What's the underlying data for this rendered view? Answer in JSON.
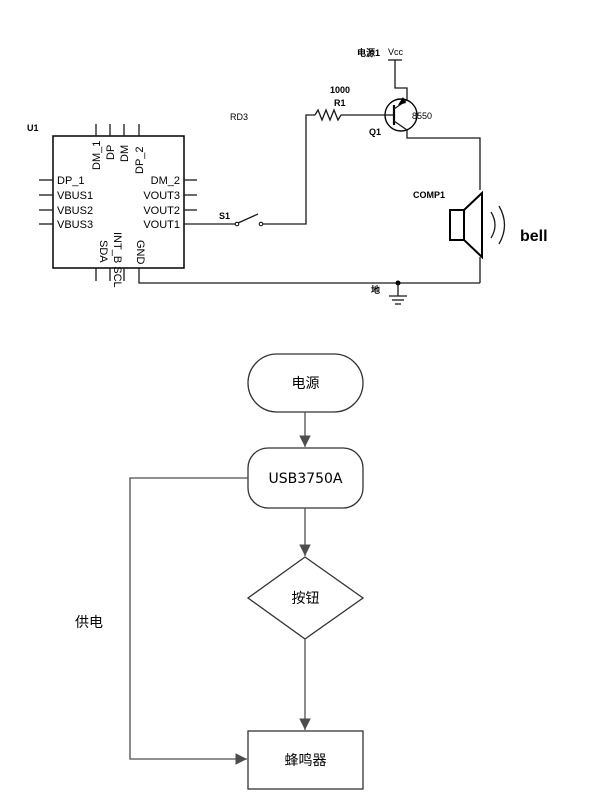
{
  "schematic": {
    "u1_label": "U1",
    "rd3_label": "RD3",
    "pins_top": [
      "DM_1",
      "DP",
      "DM",
      "DP_2"
    ],
    "pins_left": [
      "DP_1",
      "VBUS1",
      "VBUS2",
      "VBUS3"
    ],
    "pins_right": [
      "DM_2",
      "VOUT3",
      "VOUT2",
      "VOUT1"
    ],
    "pins_bottom": [
      "SDA",
      "INT_B SCL",
      "GND"
    ],
    "switch_label": "S1",
    "resistor_value": "1000",
    "resistor_label": "R1",
    "transistor_label": "Q1",
    "transistor_part": "8550",
    "power_label": "电源1",
    "vcc_label": "Vcc",
    "buzzer_label": "COMP1",
    "bell_label": "bell",
    "ground_label": "地"
  },
  "flowchart": {
    "power": "电源",
    "chip": "USB3750A",
    "button": "按钮",
    "buzzer": "蜂鸣器",
    "supply": "供电"
  }
}
